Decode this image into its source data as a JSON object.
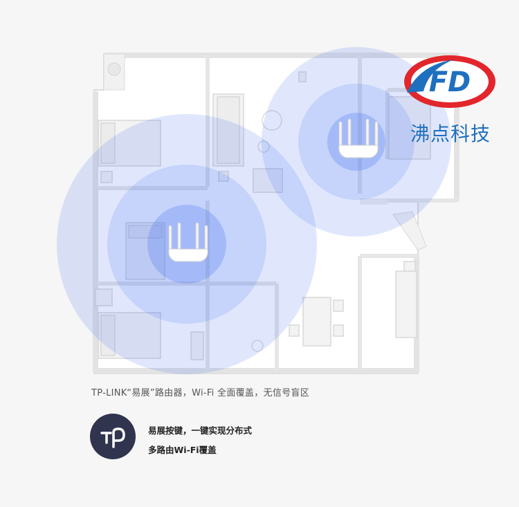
{
  "brand": {
    "logo_letters": "FD",
    "name": "沸点科技",
    "colors": {
      "red": "#e2262c",
      "blue": "#1f6fbf"
    }
  },
  "caption": "TP-LINK“易展”路由器，Wi-Fi 全面覆盖，无信号盲区",
  "feature": {
    "icon": "tp-link-logo-icon",
    "line1": "易展按键，一键实现分布式",
    "line2": "多路由Wi-Fi覆盖"
  },
  "colors": {
    "coverage": "#3c6cf0",
    "badge": "#30344e",
    "background": "#f6f6f6"
  }
}
